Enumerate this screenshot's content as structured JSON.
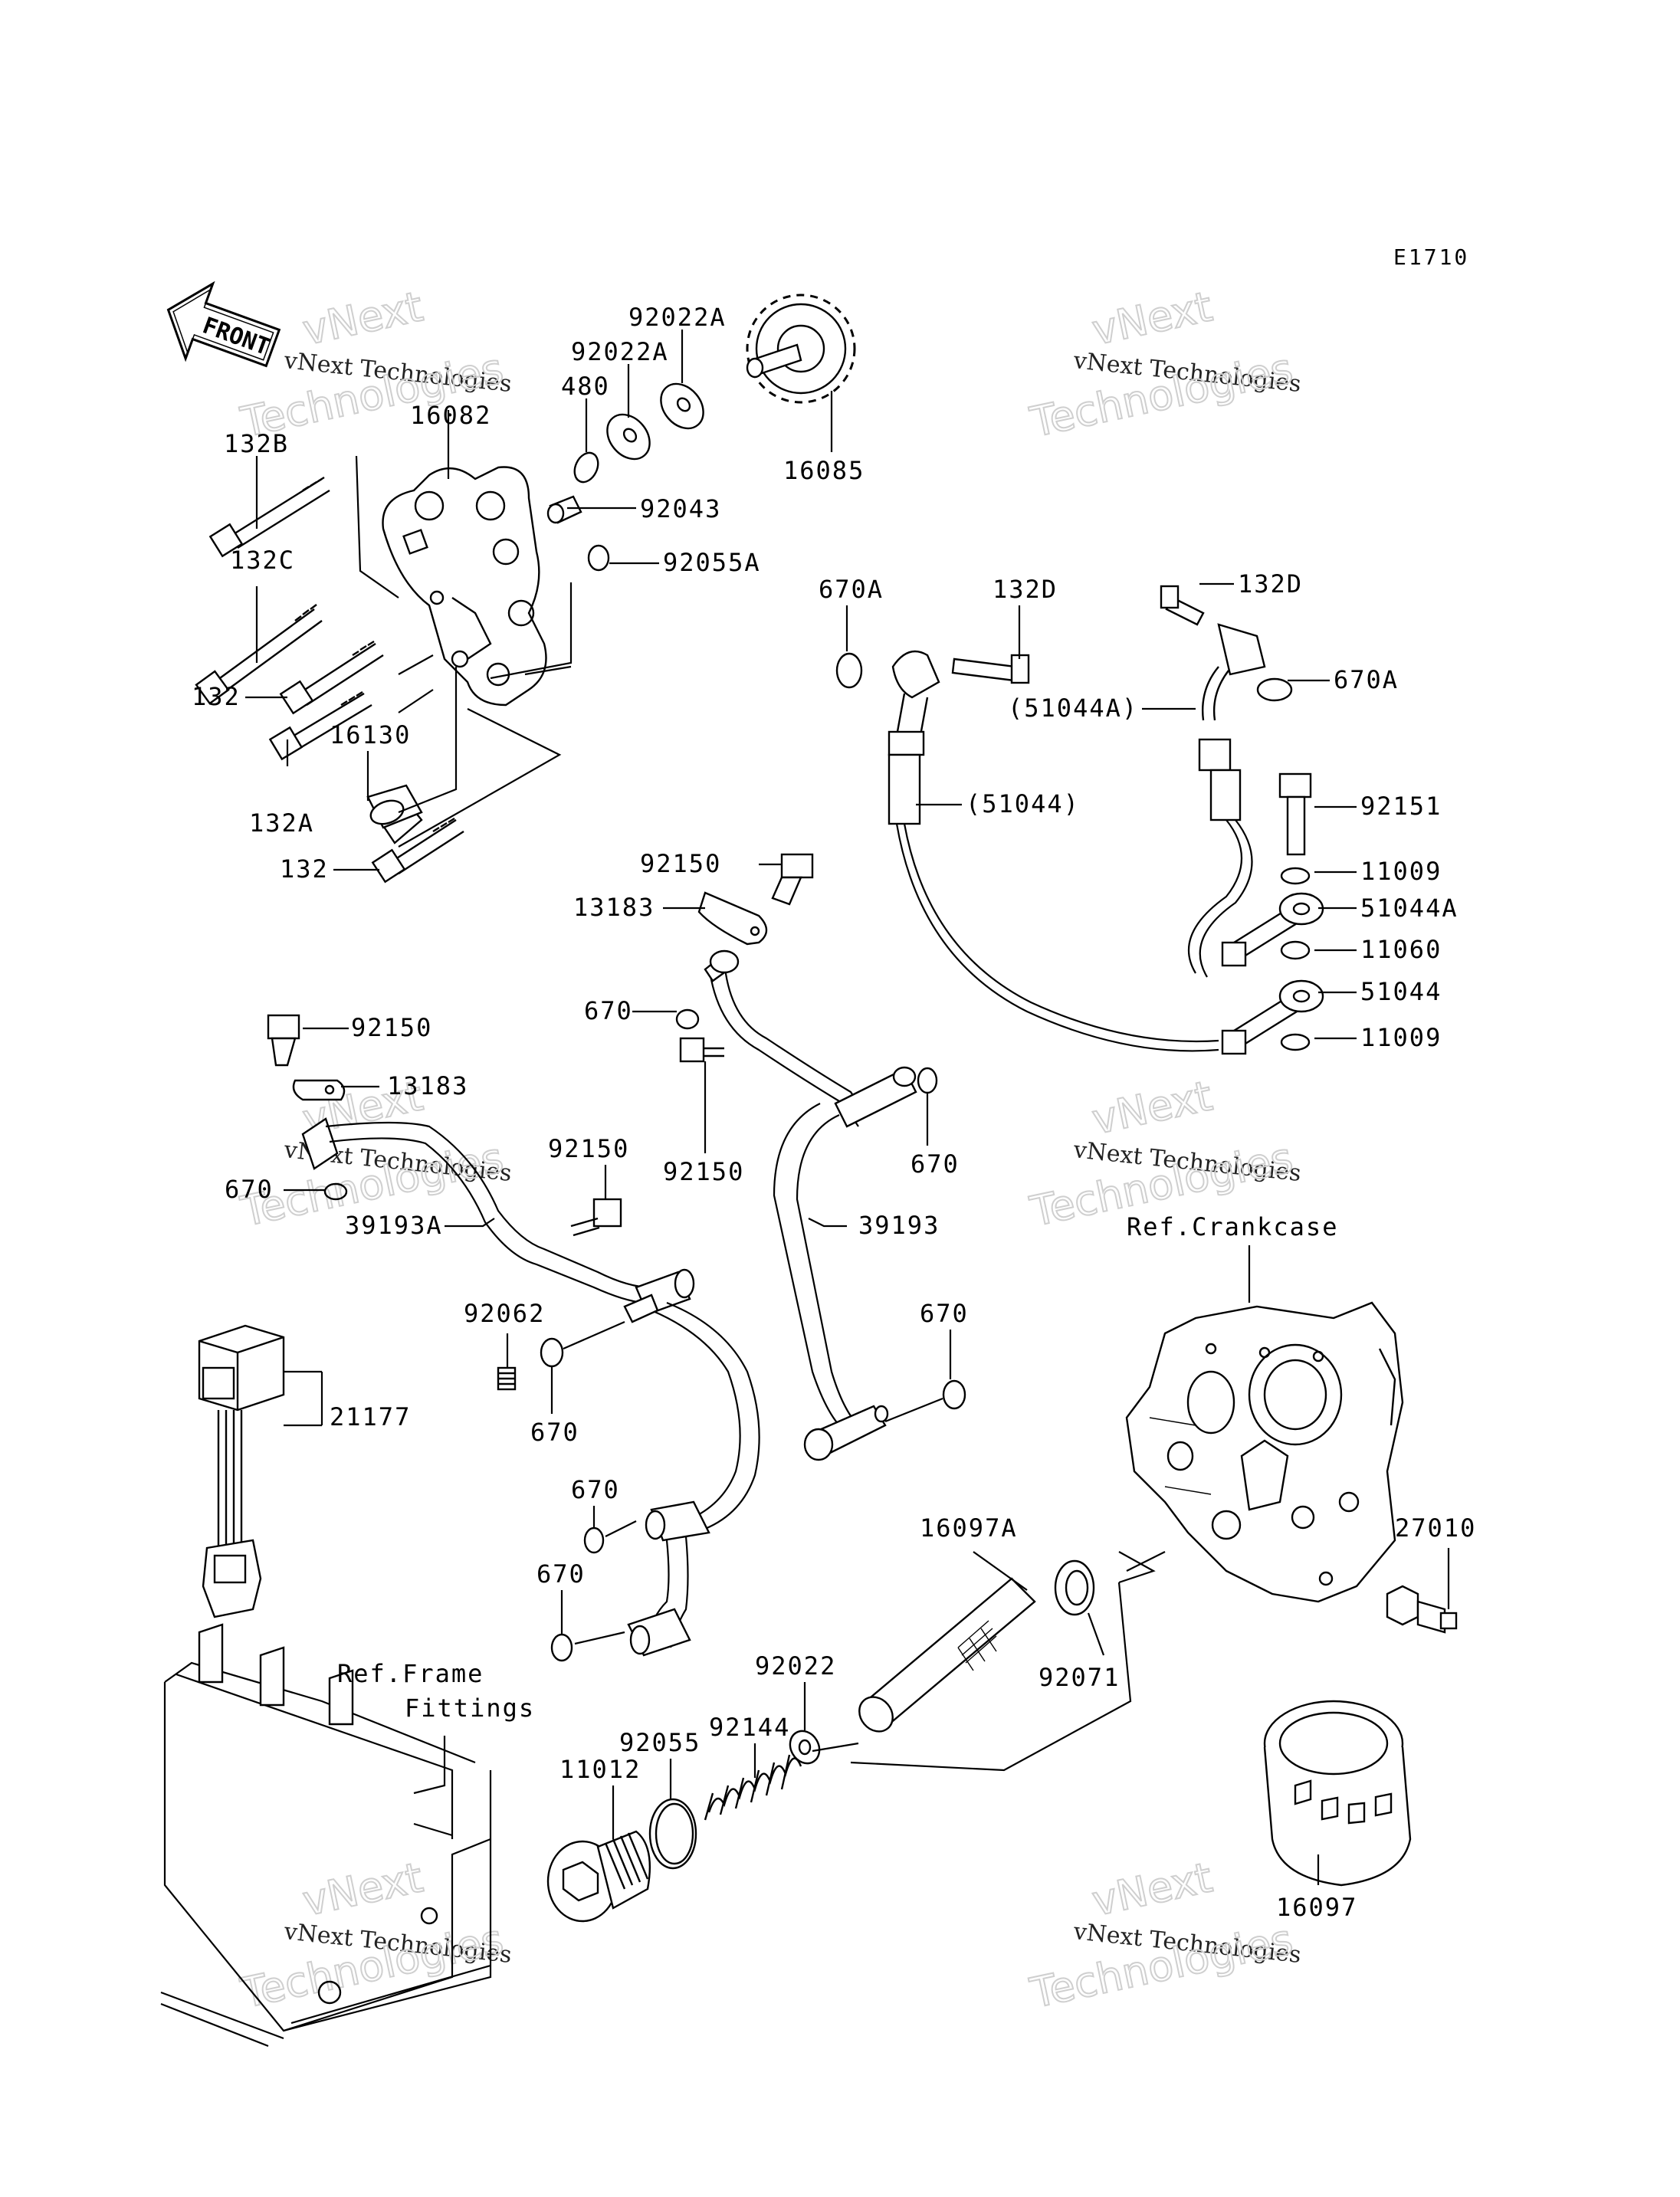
{
  "diagram_code": "E1710",
  "front_label": "FRONT",
  "watermark": {
    "line1": "vNext",
    "line2": "vNext Technologies",
    "line3": "Technologies"
  },
  "references": {
    "crankcase": "Ref.Crankcase",
    "frame_line1": "Ref.Frame",
    "frame_line2": "Fittings"
  },
  "parts": {
    "p92022A_top": "92022A",
    "p92022A_mid": "92022A",
    "p480": "480",
    "p16082": "16082",
    "p132B": "132B",
    "p16085": "16085",
    "p92043": "92043",
    "p92055A": "92055A",
    "p132C": "132C",
    "p132_a": "132",
    "p16130": "16130",
    "p132A": "132A",
    "p132_b": "132",
    "p670A_left": "670A",
    "p132D_left": "132D",
    "p132D_right": "132D",
    "p670A_right": "670A",
    "p51044A_paren": "(51044A)",
    "p51044_paren": "(51044)",
    "p92151": "92151",
    "p11009_top": "11009",
    "p51044A": "51044A",
    "p11060": "11060",
    "p51044": "51044",
    "p11009_bot": "11009",
    "p92150_top": "92150",
    "p13183_top": "13183",
    "p670_a": "670",
    "p92150_left": "92150",
    "p13183_left": "13183",
    "p92150_mid": "92150",
    "p92150_right": "92150",
    "p670_b": "670",
    "p670_c": "670",
    "p39193A": "39193A",
    "p39193": "39193",
    "p92062": "92062",
    "p670_d": "670",
    "p670_e": "670",
    "p670_f": "670",
    "p670_g": "670",
    "p21177": "21177",
    "p16097A": "16097A",
    "p27010": "27010",
    "p92022": "92022",
    "p92071": "92071",
    "p92144": "92144",
    "p92055": "92055",
    "p11012": "11012",
    "p16097": "16097"
  }
}
